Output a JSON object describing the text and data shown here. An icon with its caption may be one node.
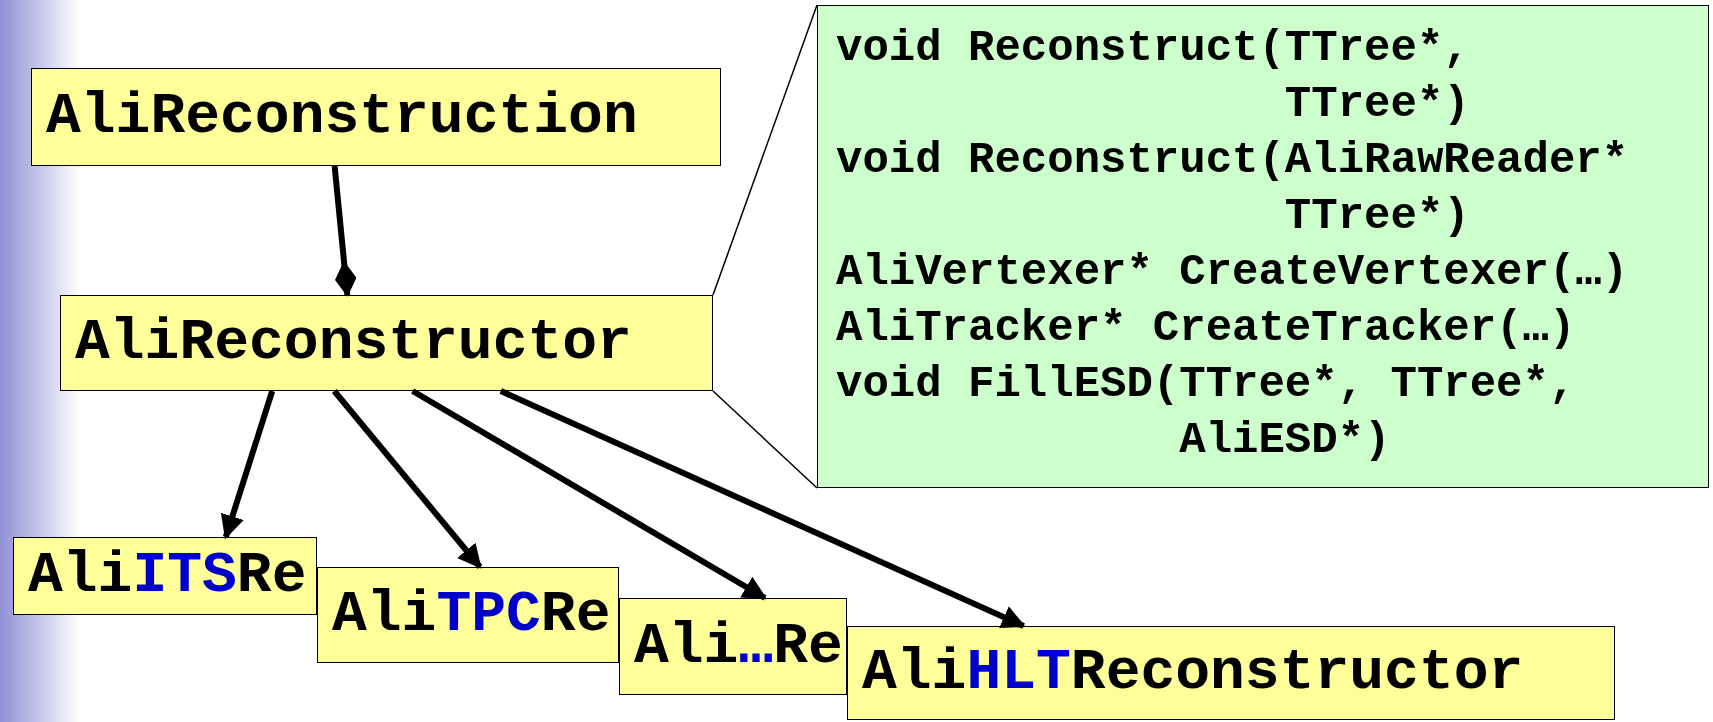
{
  "diagram": {
    "nodes": [
      {
        "text": [
          "AliReconstruction"
        ]
      },
      {
        "text": [
          "AliReconstructor"
        ]
      },
      {
        "text": [
          "void Reconstruct(TTree*, TTree*)",
          "void Reconstruct(AliRawReader* TTree*)",
          "AliVertexer* CreateVertexer(…)",
          "AliTracker* CreateTracker(…)",
          "void FillESD(TTree*, TTree*, AliESD*)"
        ]
      },
      {
        "text": [
          "Ali",
          "ITS",
          "Re"
        ]
      },
      {
        "text": [
          "Ali",
          "TPC",
          "Re"
        ]
      },
      {
        "text": [
          "Ali",
          "…",
          "Re"
        ]
      },
      {
        "text": [
          "Ali",
          "HLT",
          "Reconstructor"
        ]
      }
    ],
    "edges": [
      {
        "from": 0,
        "to": 1,
        "arrow": "other"
      },
      {
        "from": 1,
        "to": 2,
        "arrow": "none"
      },
      {
        "from": 1,
        "to": 2,
        "arrow": "none"
      },
      {
        "from": 1,
        "to": 3,
        "arrow": "to"
      },
      {
        "from": 1,
        "to": 4,
        "arrow": "to"
      },
      {
        "from": 1,
        "to": 5,
        "arrow": "to"
      },
      {
        "from": 1,
        "to": 6,
        "arrow": "to"
      }
    ]
  }
}
